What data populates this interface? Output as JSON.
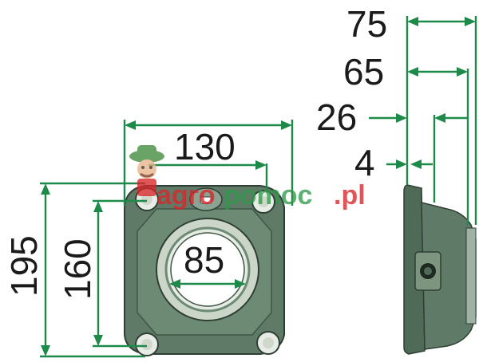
{
  "drawing": {
    "dimensions": {
      "total_width_mm": "130",
      "hole_spacing_mm": "130",
      "bore_mm": "85",
      "total_height_mm": "195",
      "hole_height_mm": "160",
      "depth_total_mm": "75",
      "depth_body_mm": "65",
      "depth_flange_mm": "26",
      "flange_thickness_mm": "4"
    },
    "labels": {
      "d130": "130",
      "d85": "85",
      "d195": "195",
      "d160": "160",
      "d75": "75",
      "d65": "65",
      "d26": "26",
      "d4": "4"
    },
    "watermark": {
      "text_agro": "agro",
      "text_pomoc": "pomoc",
      "text_domain": ".pl",
      "icon": "farmer-mascot-icon"
    },
    "colors": {
      "dimension_line": "#1e8a4a",
      "housing_body": "#5f7a67",
      "housing_dark": "#3f5646",
      "watermark_red": "#d9262b",
      "watermark_green": "#2f9a4a"
    }
  }
}
